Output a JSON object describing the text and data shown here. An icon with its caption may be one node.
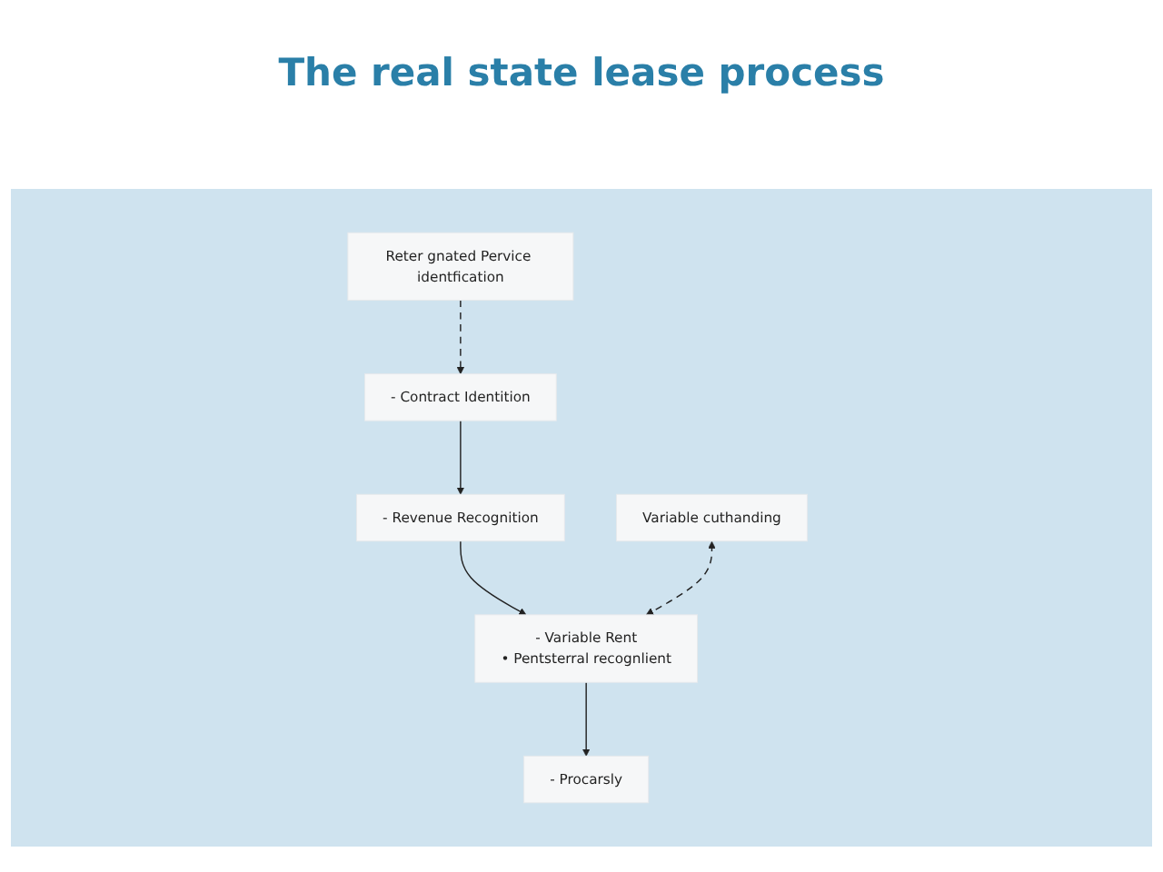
{
  "diagram": {
    "title": "The real state lease process",
    "nodes": [
      {
        "text": [
          "- Contract Identition"
        ]
      },
      {
        "text": [
          "- Revenue Recognition"
        ]
      },
      {
        "text": [
          "- Variable Rent",
          "• Pentsterral recognlient"
        ]
      },
      {
        "text": [
          "- Procarsly"
        ]
      },
      {
        "text": [
          "Reter gnated Pervice identfication"
        ]
      },
      {
        "text": [
          "Variable cuthanding"
        ]
      }
    ],
    "edges": [
      {
        "from": 4,
        "to": 0,
        "arrow": "to",
        "style": "dashed"
      },
      {
        "from": 0,
        "to": 1,
        "arrow": "to"
      },
      {
        "from": 1,
        "to": 2,
        "arrow": "to"
      },
      {
        "from": 2,
        "to": 3,
        "arrow": "to"
      },
      {
        "from": 5,
        "to": 2,
        "arrow": "both",
        "style": "dashed"
      }
    ]
  }
}
